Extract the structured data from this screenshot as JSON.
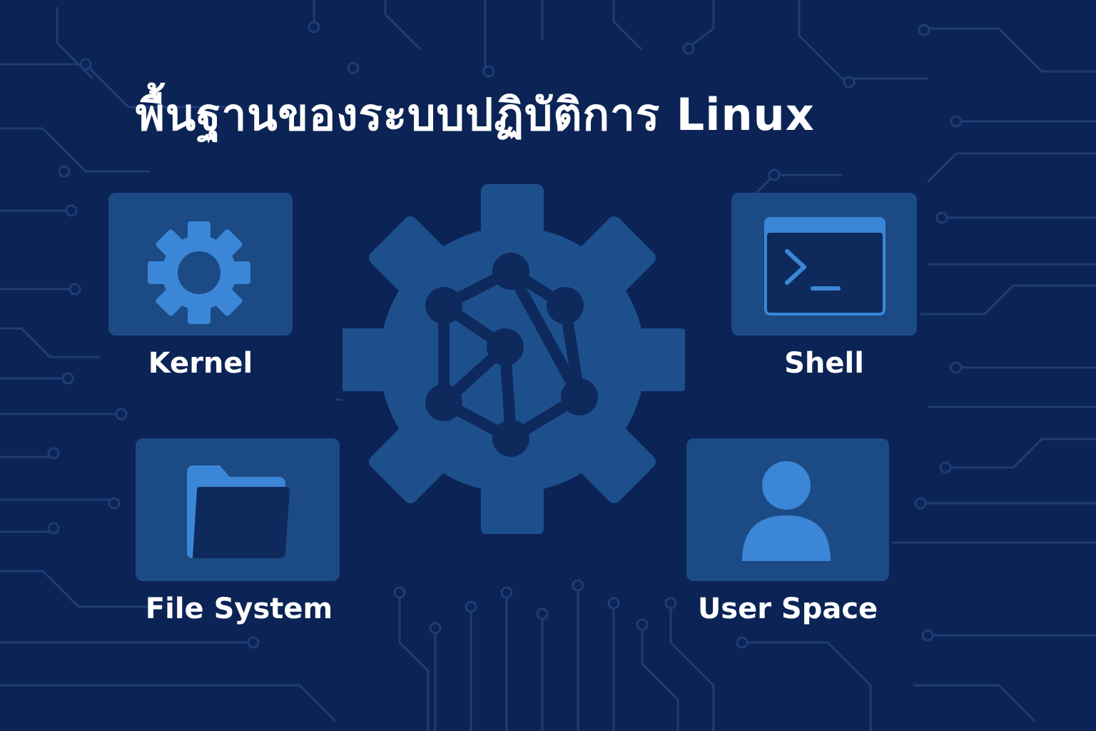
{
  "title": "พื้นฐานของระบบปฏิบัติการ Linux",
  "components": {
    "kernel": {
      "label": "Kernel",
      "icon": "gear-icon"
    },
    "shell": {
      "label": "Shell",
      "icon": "terminal-icon"
    },
    "filesystem": {
      "label": "File System",
      "icon": "folder-icon"
    },
    "userspace": {
      "label": "User Space",
      "icon": "user-icon"
    }
  },
  "center": {
    "icon": "gear-network-icon"
  },
  "colors": {
    "background": "#0b2455",
    "card": "#1c4a84",
    "accent": "#3b86d6",
    "hub": "#1e4f8d",
    "dark": "#0e2a5c",
    "text": "#ffffff"
  }
}
